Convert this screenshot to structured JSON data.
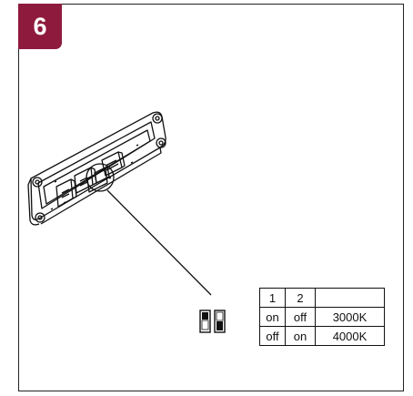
{
  "step": {
    "number": "6",
    "color": "#8e1b3e"
  },
  "illustration": {
    "device": "rectangular-driver-housing-with-dip-switch",
    "dip_switch_icon": "two-position-dip-switch"
  },
  "switch_table": {
    "headers": [
      "1",
      "2",
      ""
    ],
    "rows": [
      [
        "on",
        "off",
        "3000K"
      ],
      [
        "off",
        "on",
        "4000K"
      ]
    ]
  }
}
